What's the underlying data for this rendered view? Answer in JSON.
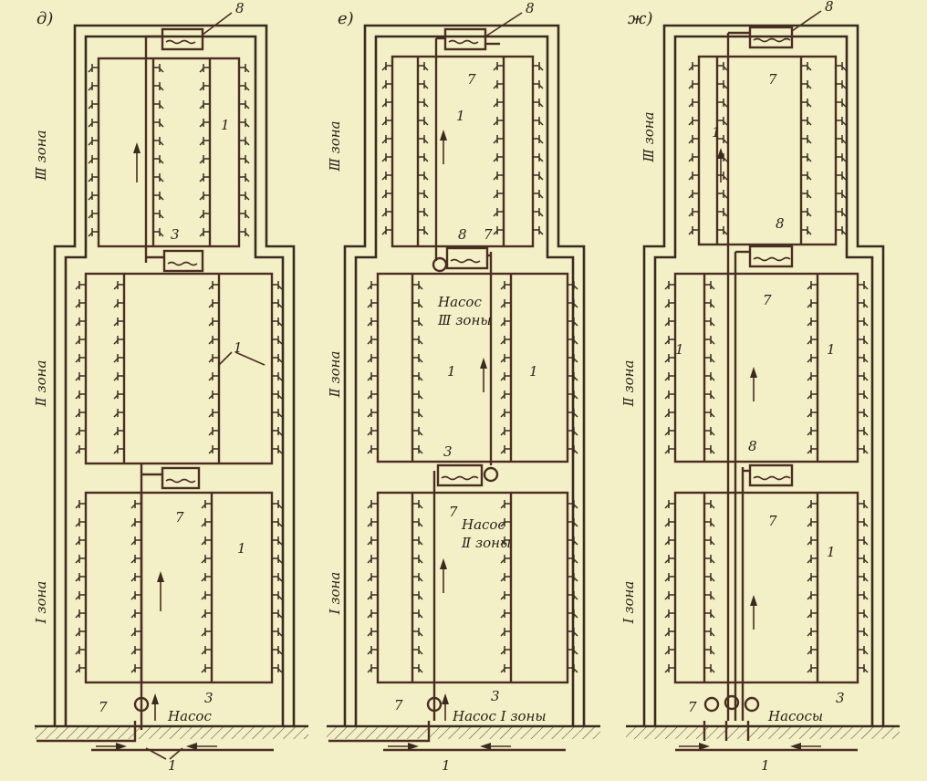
{
  "panels": [
    {
      "letter": "д)",
      "zones": [
        "Ⅲ зона",
        "Ⅱ зона",
        "Ⅰ зона"
      ],
      "callouts": [
        "8",
        "1",
        "3",
        "1",
        "7",
        "1",
        "3",
        "7"
      ],
      "pump_label": "Насос",
      "bottom_callout": "1"
    },
    {
      "letter": "е)",
      "zones": [
        "Ⅲ зона",
        "Ⅱ зона",
        "Ⅰ зона"
      ],
      "callouts": [
        "8",
        "7",
        "1",
        "8",
        "7",
        "1",
        "1",
        "3",
        "7",
        "3",
        "7"
      ],
      "pump3_label": [
        "Насос",
        "Ⅲ зоны"
      ],
      "pump2_label": [
        "Насос",
        "Ⅱ зоны"
      ],
      "pump_label": "Насос Ⅰ зоны",
      "bottom_callout": "1"
    },
    {
      "letter": "ж)",
      "zones": [
        "Ⅲ зона",
        "Ⅱ зона",
        "Ⅰ зона"
      ],
      "callouts": [
        "8",
        "7",
        "1",
        "8",
        "7",
        "1",
        "1",
        "8",
        "7",
        "1",
        "3",
        "7"
      ],
      "pump_label": "Насосы",
      "bottom_callout": "1"
    }
  ]
}
